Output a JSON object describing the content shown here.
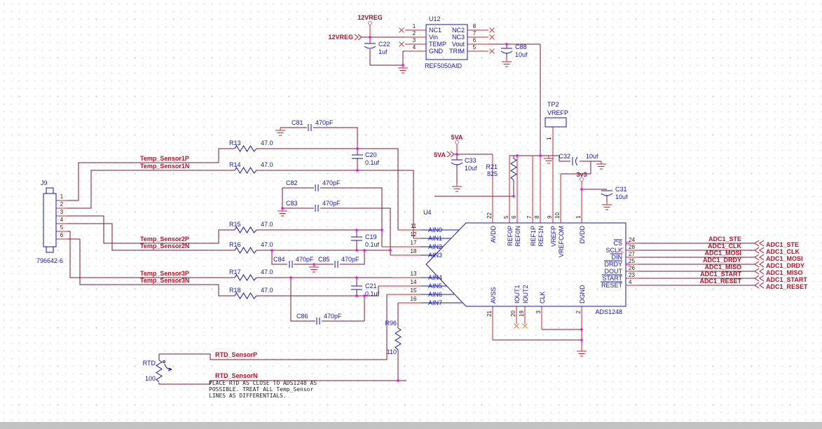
{
  "u12": {
    "ref": "U12",
    "part": "REF5050AID",
    "left": [
      {
        "n": "1",
        "name": "NC1"
      },
      {
        "n": "2",
        "name": "Vin"
      },
      {
        "n": "3",
        "name": "TEMP"
      },
      {
        "n": "4",
        "name": "GND"
      }
    ],
    "right": [
      {
        "n": "8",
        "name": "NC2"
      },
      {
        "n": "7",
        "name": "NC3"
      },
      {
        "n": "6",
        "name": "Vout"
      },
      {
        "n": "5",
        "name": "TRIM"
      }
    ]
  },
  "u4": {
    "ref": "U4",
    "part": "ADS1248",
    "left_top": [
      {
        "n": "11",
        "name": "AIN0"
      },
      {
        "n": "12",
        "name": "AIN1"
      },
      {
        "n": "17",
        "name": "AIN2"
      },
      {
        "n": "18",
        "name": "AIN3"
      }
    ],
    "left_bottom": [
      {
        "n": "13",
        "name": "AIN4"
      },
      {
        "n": "14",
        "name": "AIN5"
      },
      {
        "n": "15",
        "name": "AIN6"
      },
      {
        "n": "16",
        "name": "AIN7"
      }
    ],
    "top": [
      {
        "n": "22",
        "name": "AVDD"
      },
      {
        "n": "5",
        "name": "REF0P"
      },
      {
        "n": "6",
        "name": "REF0N"
      },
      {
        "n": "7",
        "name": "REF1P"
      },
      {
        "n": "8",
        "name": "REF1N"
      },
      {
        "n": "9",
        "name": "VREFP"
      },
      {
        "n": "10",
        "name": "VREFCOM"
      },
      {
        "n": "1",
        "name": "DVDD"
      }
    ],
    "bottom": [
      {
        "n": "21",
        "name": "AVSS"
      },
      {
        "n": "20",
        "name": "IOUT1"
      },
      {
        "n": "19",
        "name": "IOUT2"
      },
      {
        "n": "3",
        "name": "CLK"
      },
      {
        "n": "2",
        "name": "DGND"
      }
    ],
    "right": [
      {
        "n": "24",
        "name": "CS"
      },
      {
        "n": "28",
        "name": "SCLK"
      },
      {
        "n": "27",
        "name": "DIN"
      },
      {
        "n": "25",
        "name": "DRDY"
      },
      {
        "n": "26",
        "name": "DOUT"
      },
      {
        "n": "23",
        "name": "START"
      },
      {
        "n": "4",
        "name": "RESET"
      }
    ]
  },
  "tp2": {
    "ref": "TP2",
    "net": "VREFP",
    "pin": "1"
  },
  "j9": {
    "ref": "J9",
    "part": "796642-6",
    "pins": [
      "1",
      "2",
      "3",
      "4",
      "5",
      "6"
    ]
  },
  "power": {
    "v12": "12VREG",
    "v5": "5VA",
    "v3": "3v3"
  },
  "offpage": {
    "v12": "12VREG",
    "v5": "5VA",
    "right": [
      "ADC1_STE",
      "ADC1_CLK",
      "ADC1_MOSI",
      "ADC1_DRDY",
      "ADC1_MISO",
      "ADC1_START",
      "ADC1_RESET"
    ]
  },
  "nets": {
    "ts1p": "Temp_Sensor1P",
    "ts1n": "Temp_Sensor1N",
    "ts2p": "Temp_Sensor2P",
    "ts2n": "Temp_Sensor2N",
    "ts3p": "Temp_Sensor3P",
    "ts3n": "Temp_Sensor3N",
    "rtdp": "RTD_SensorP",
    "rtdn": "RTD_SensorN"
  },
  "parts": {
    "c22": {
      "ref": "C22",
      "val": "1uf"
    },
    "c88": {
      "ref": "C88",
      "val": "10uf"
    },
    "c33": {
      "ref": "C33",
      "val": "10uf"
    },
    "c32": {
      "ref": "C32",
      "val": "10uf"
    },
    "c31": {
      "ref": "C31",
      "val": "10uf"
    },
    "c20": {
      "ref": "C20",
      "val": "0.1uf"
    },
    "c19": {
      "ref": "C19",
      "val": "0.1uf"
    },
    "c21": {
      "ref": "C21",
      "val": "0.1uf"
    },
    "c81": {
      "ref": "C81",
      "val": "470pF"
    },
    "c82": {
      "ref": "C82",
      "val": "470pF"
    },
    "c83": {
      "ref": "C83",
      "val": "470pF"
    },
    "c84": {
      "ref": "C84",
      "val": "470pF"
    },
    "c85": {
      "ref": "C85",
      "val": "470pF"
    },
    "c86": {
      "ref": "C86",
      "val": "470pF"
    },
    "r13": {
      "ref": "R13",
      "val": "47.0"
    },
    "r14": {
      "ref": "R14",
      "val": "47.0"
    },
    "r15": {
      "ref": "R15",
      "val": "47.0"
    },
    "r16": {
      "ref": "R16",
      "val": "47.0"
    },
    "r17": {
      "ref": "R17",
      "val": "47.0"
    },
    "r18": {
      "ref": "R18",
      "val": "47.0"
    },
    "r21": {
      "ref": "R21",
      "val": "825"
    },
    "r96": {
      "ref": "R96",
      "val": "110"
    },
    "rtd": {
      "ref": "RTD",
      "val": "100"
    }
  },
  "note": {
    "l1": "PLACE RTD AS CLOSE TO ADS1248 AS",
    "l2": "POSSIBLE. TREAT ALL Temp_Sensor",
    "l3": "LINES AS DIFFERENTIALS."
  }
}
